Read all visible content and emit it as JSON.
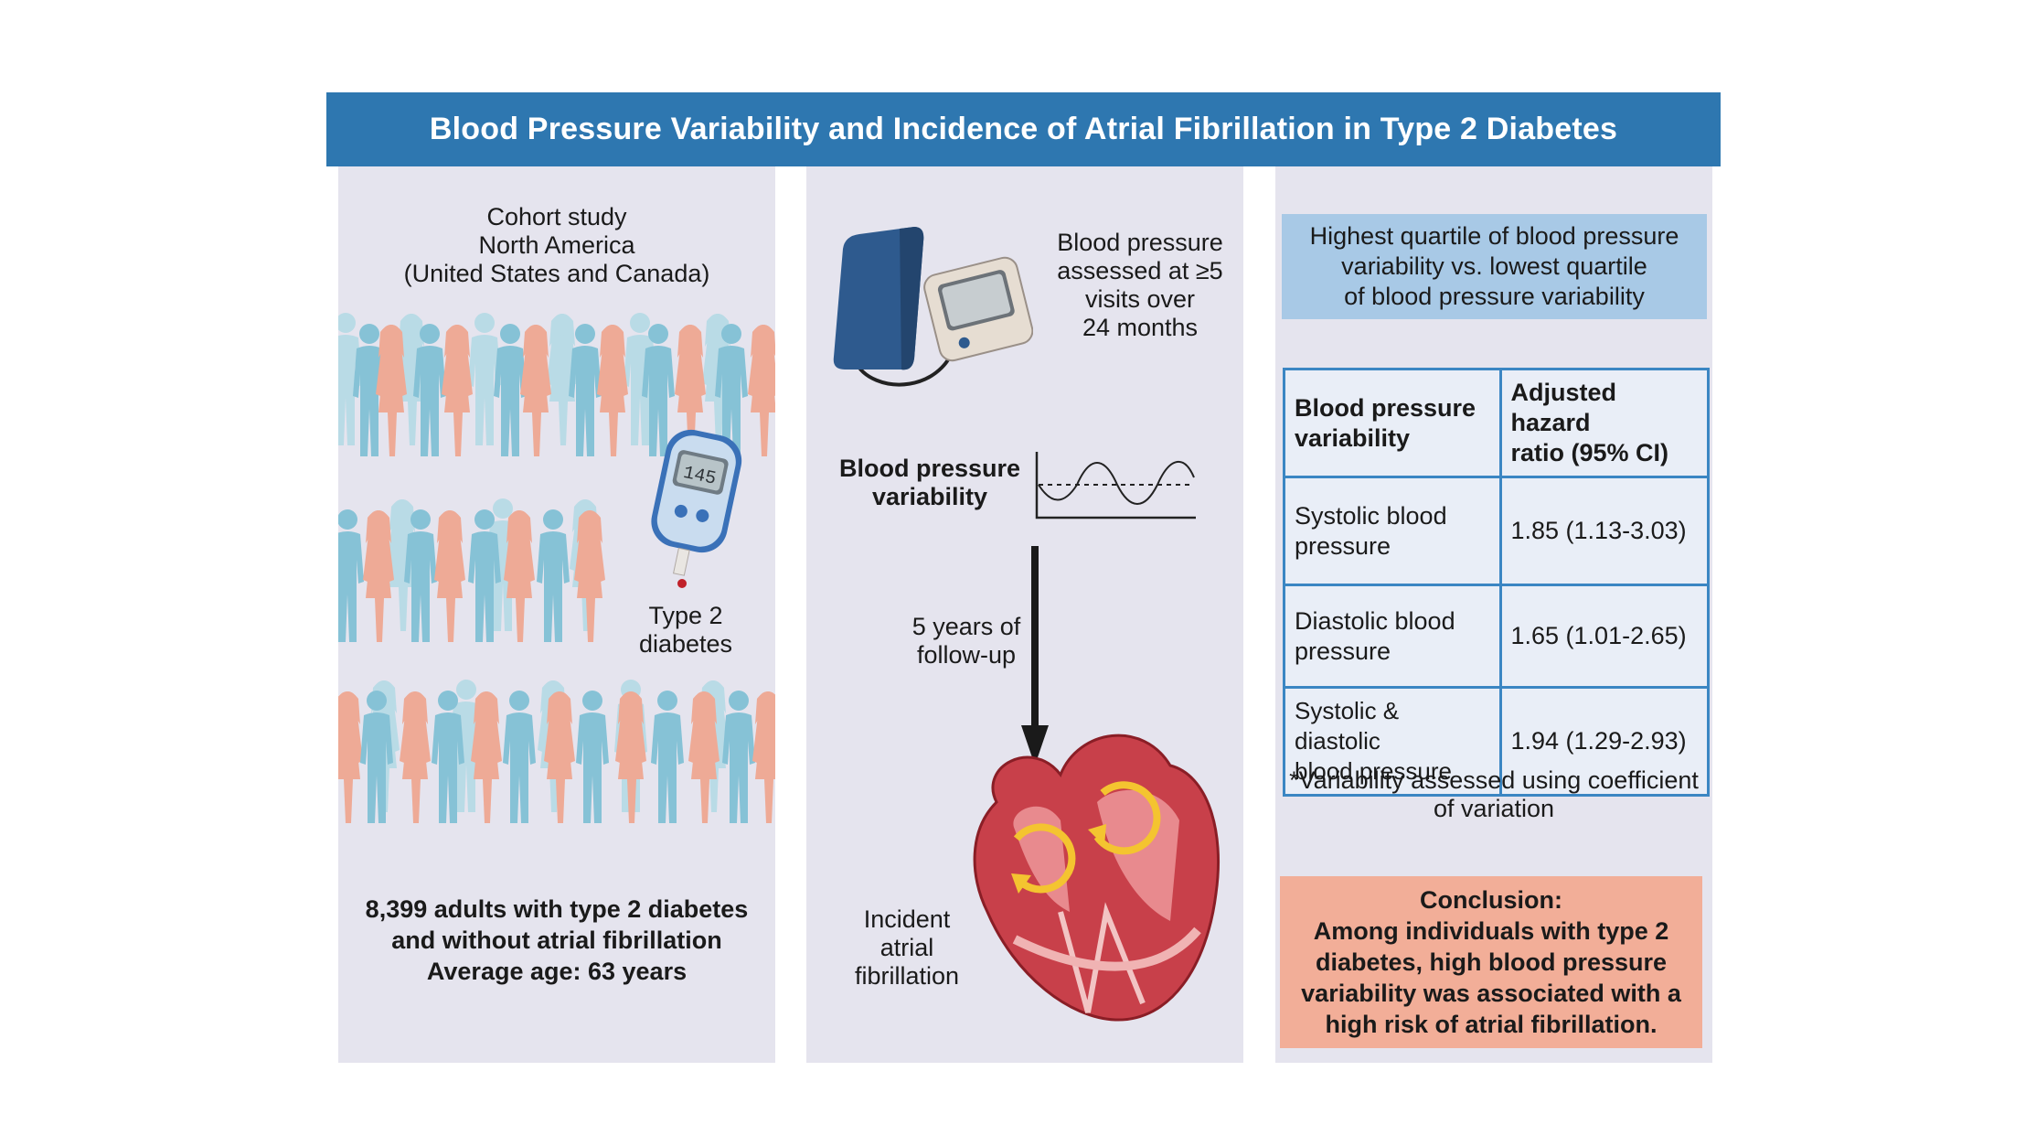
{
  "title": "Blood Pressure Variability and Incidence of Atrial Fibrillation in Type 2 Diabetes",
  "colors": {
    "banner": "#2e77b0",
    "panel": "#e5e4ee",
    "quartile_box": "#a8c9e6",
    "table_border": "#3b86c3",
    "conclusion_box": "#f2ae98",
    "person_blue": "#86c2d6",
    "person_pink": "#eeaa96"
  },
  "left_panel": {
    "study_line1": "Cohort study",
    "study_line2": "North America",
    "study_line3": "(United States and Canada)",
    "glucometer_reading": "145",
    "diabetes_line1": "Type 2",
    "diabetes_line2": "diabetes",
    "summary_line1": "8,399 adults with type 2 diabetes",
    "summary_line2": "and without atrial fibrillation",
    "summary_line3": "Average age: 63 years"
  },
  "middle_panel": {
    "bp_line1": "Blood pressure",
    "bp_line2": "assessed at ≥5",
    "bp_line3": "visits over",
    "bp_line4": "24 months",
    "variability_line1": "Blood pressure",
    "variability_line2": "variability",
    "followup_line1": "5 years of",
    "followup_line2": "follow-up",
    "outcome_line1": "Incident",
    "outcome_line2": "atrial",
    "outcome_line3": "fibrillation"
  },
  "right_panel": {
    "quartile_line1": "Highest quartile of  blood pressure",
    "quartile_line2": "variability vs. lowest quartile",
    "quartile_line3": "of blood pressure variability",
    "table": {
      "header_col1_line1": "Blood pressure",
      "header_col1_line2": "variability",
      "header_col2_line1": "Adjusted hazard",
      "header_col2_line2": "ratio (95% CI)",
      "rows": [
        {
          "label_line1": "Systolic blood",
          "label_line2": "pressure",
          "value": "1.85 (1.13-3.03)"
        },
        {
          "label_line1": "Diastolic blood",
          "label_line2": "pressure",
          "value": "1.65 (1.01-2.65)"
        },
        {
          "label_line1": "Systolic & diastolic",
          "label_line2": "blood pressure",
          "value": "1.94 (1.29-2.93)"
        }
      ]
    },
    "footnote_line1": "*Variability assessed using coefficient",
    "footnote_line2": "of variation",
    "conclusion_title": "Conclusion:",
    "conclusion_line1": "Among individuals with type 2",
    "conclusion_line2": "diabetes, high blood pressure",
    "conclusion_line3": "variability was associated with a",
    "conclusion_line4": "high risk of atrial fibrillation."
  }
}
